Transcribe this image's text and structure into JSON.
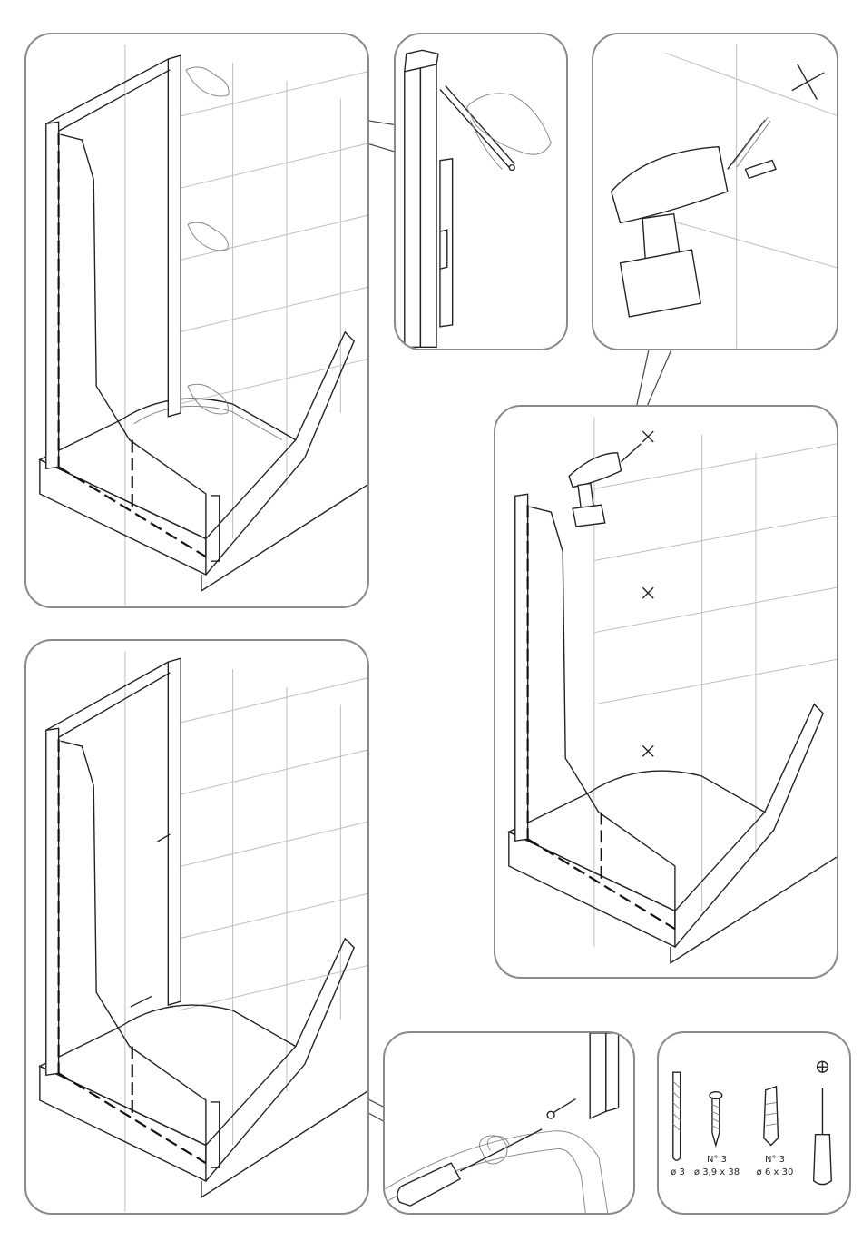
{
  "hardware": {
    "drill_bit": {
      "diameter": "ø 3",
      "icon": "drill-bit-icon"
    },
    "screw": {
      "quantity": "N° 3",
      "size": "ø 3,9 x 38",
      "icon": "screw-icon"
    },
    "wall_plug": {
      "quantity": "N° 3",
      "size": "ø 6 x 30",
      "icon": "wall-plug-icon"
    },
    "screwdriver": {
      "icon": "phillips-screwdriver-icon",
      "head_symbol": "phillips-head-icon"
    }
  },
  "colors": {
    "line": "#222222",
    "panel_border": "#8a8a8a",
    "tile_grid": "#bdbdbd"
  }
}
